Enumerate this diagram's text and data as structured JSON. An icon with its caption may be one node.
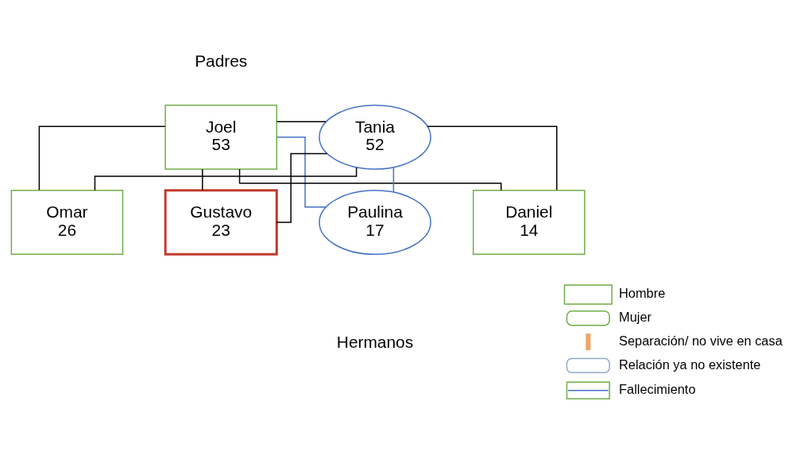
{
  "diagram": {
    "nodes": [
      {
        "text": [
          "Joel",
          "53"
        ]
      },
      {
        "text": [
          "Tania",
          "52"
        ]
      },
      {
        "text": [
          "Omar",
          "26"
        ]
      },
      {
        "text": [
          "Gustavo",
          "23"
        ]
      },
      {
        "text": [
          "Paulina",
          "17"
        ]
      },
      {
        "text": [
          "Daniel",
          "14"
        ]
      }
    ],
    "edges": [
      {
        "from": 0,
        "to": 1,
        "arrow": "none"
      },
      {
        "from": 0,
        "to": 2,
        "arrow": "none"
      },
      {
        "from": 1,
        "to": 2,
        "arrow": "none"
      },
      {
        "from": 0,
        "to": 3,
        "arrow": "none"
      },
      {
        "from": 1,
        "to": 3,
        "arrow": "none"
      },
      {
        "from": 0,
        "to": 4,
        "arrow": "none",
        "color": "#4472c4"
      },
      {
        "from": 1,
        "to": 4,
        "arrow": "none",
        "color": "#4472c4"
      },
      {
        "from": 0,
        "to": 5,
        "arrow": "none"
      },
      {
        "from": 1,
        "to": 5,
        "arrow": "none"
      }
    ],
    "labels": [
      "Padres",
      "Hermanos"
    ],
    "legend": [
      {
        "text": "Hombre"
      },
      {
        "text": "Mujer"
      },
      {
        "text": "Separación/ no vive en casa"
      },
      {
        "text": "Relación ya no existente"
      },
      {
        "text": "Fallecimiento"
      }
    ]
  }
}
